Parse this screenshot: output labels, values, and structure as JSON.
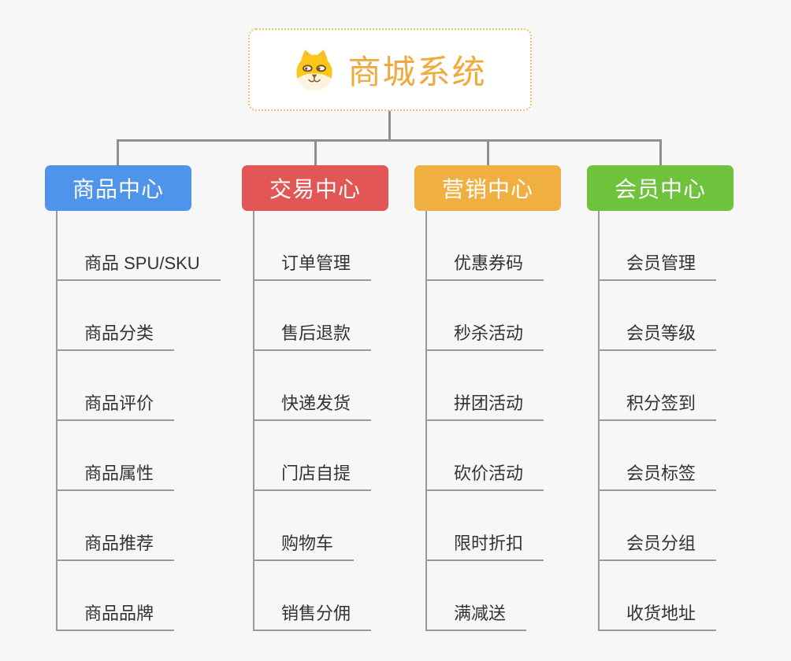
{
  "root": {
    "title": "商城系统",
    "icon": "dog-face-icon",
    "title_color": "#EFA93C",
    "border_color": "#F2C36B"
  },
  "connector_color": "#8F8F8F",
  "leaf_line_color": "#9A9A9A",
  "background_color": "#f7f7f7",
  "branches": [
    {
      "label": "商品中心",
      "color": "#4E94EA",
      "items": [
        "商品 SPU/SKU",
        "商品分类",
        "商品评价",
        "商品属性",
        "商品推荐",
        "商品品牌"
      ]
    },
    {
      "label": "交易中心",
      "color": "#E25755",
      "items": [
        "订单管理",
        "售后退款",
        "快递发货",
        "门店自提",
        "购物车",
        "销售分佣"
      ]
    },
    {
      "label": "营销中心",
      "color": "#EFAF41",
      "items": [
        "优惠券码",
        "秒杀活动",
        "拼团活动",
        "砍价活动",
        "限时折扣",
        "满减送"
      ]
    },
    {
      "label": "会员中心",
      "color": "#6FC23C",
      "items": [
        "会员管理",
        "会员等级",
        "积分签到",
        "会员标签",
        "会员分组",
        "收货地址"
      ]
    }
  ]
}
